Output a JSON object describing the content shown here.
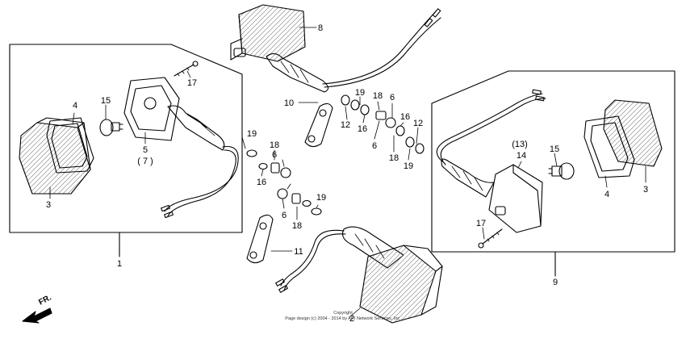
{
  "callouts": {
    "n1": "1",
    "n2": "2",
    "n3a": "3",
    "n3b": "3",
    "n4a": "4",
    "n4b": "4",
    "n5": "5",
    "n7p": "( 7 )",
    "n6a": "6",
    "n6b": "6",
    "n6c": "6",
    "n6d": "6",
    "n8": "8",
    "n9": "9",
    "n10": "10",
    "n11": "11",
    "n12a": "12",
    "n12b": "12",
    "n13p": "(13)",
    "n14": "14",
    "n15a": "15",
    "n15b": "15",
    "n16a": "16",
    "n16b": "16",
    "n16c": "16",
    "n17a": "17",
    "n17b": "17",
    "n18a": "18",
    "n18b": "18",
    "n18c": "18",
    "n18d": "18",
    "n19a": "19",
    "n19b": "19",
    "n19c": "19",
    "n19d": "19"
  },
  "direction_label": "FR.",
  "footer": {
    "line1": "Copyright",
    "line2": "Page design (c) 2004 - 2014 by ARI Network Services, Inc."
  }
}
